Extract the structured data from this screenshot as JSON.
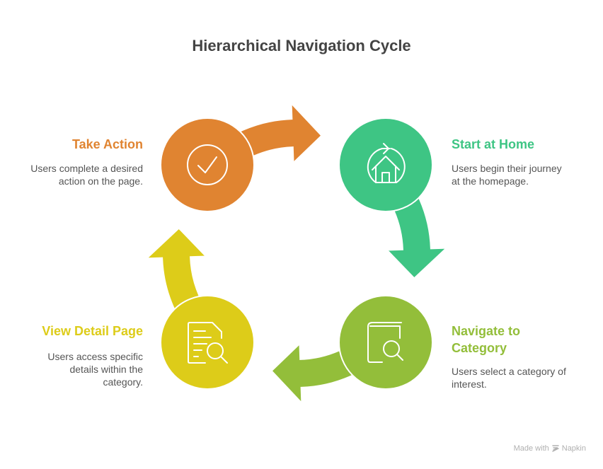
{
  "title": "Hierarchical Navigation Cycle",
  "steps": [
    {
      "id": "start-at-home",
      "title": "Start at Home",
      "description_lines": [
        "Users begin their journey",
        "at the homepage."
      ],
      "color": "#3EC584",
      "icon": "home-refresh-icon"
    },
    {
      "id": "navigate-to-category",
      "title_lines": [
        "Navigate to",
        "Category"
      ],
      "description_lines": [
        "Users select a category of",
        "interest."
      ],
      "color": "#93BE3A",
      "icon": "book-search-icon"
    },
    {
      "id": "view-detail-page",
      "title": "View Detail Page",
      "description_lines": [
        "Users access specific",
        "details within the",
        "category."
      ],
      "color": "#DDCC19",
      "icon": "document-search-icon"
    },
    {
      "id": "take-action",
      "title": "Take Action",
      "description_lines": [
        "Users complete a desired",
        "action on the page."
      ],
      "color": "#E08431",
      "icon": "check-circle-icon"
    }
  ],
  "footer": {
    "made_with": "Made with",
    "brand": "Napkin",
    "icon": "napkin-logo-icon"
  }
}
